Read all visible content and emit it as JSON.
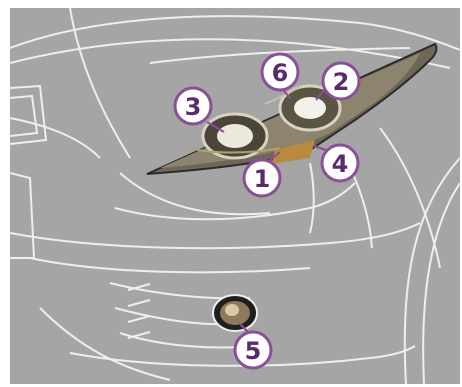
{
  "diagram": {
    "callouts": [
      {
        "id": "1",
        "label": "1"
      },
      {
        "id": "2",
        "label": "2"
      },
      {
        "id": "3",
        "label": "3"
      },
      {
        "id": "4",
        "label": "4"
      },
      {
        "id": "5",
        "label": "5"
      },
      {
        "id": "6",
        "label": "6"
      }
    ]
  },
  "colors": {
    "background": "#a5a5a5",
    "line_art": "#f2f2f2",
    "callout_ring": "#8a4f99",
    "callout_text": "#5a2a6f",
    "headlamp_housing": "#7f7560"
  }
}
